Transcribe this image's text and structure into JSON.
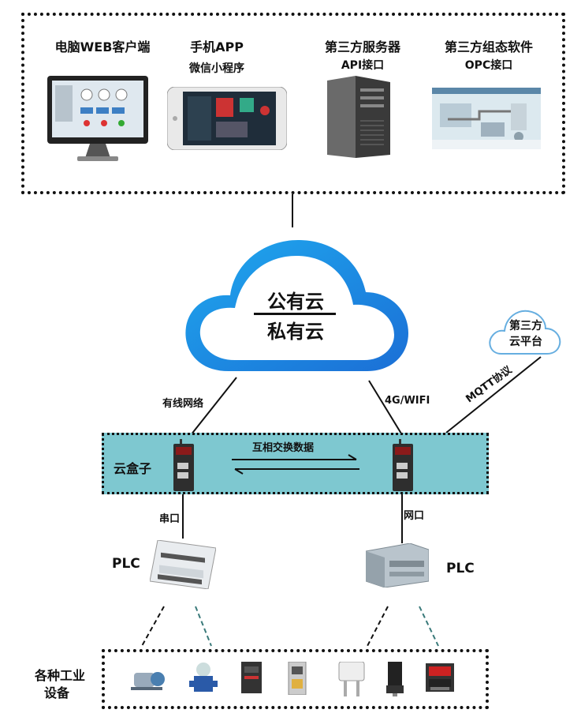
{
  "clients": [
    {
      "title": "电脑WEB客户端",
      "subtitle": ""
    },
    {
      "title": "手机APP",
      "subtitle": "微信小程序"
    },
    {
      "title": "第三方服务器",
      "subtitle": "API接口"
    },
    {
      "title": "第三方组态软件",
      "subtitle": "OPC接口"
    }
  ],
  "cloud": {
    "line1": "公有云",
    "line2": "私有云"
  },
  "third_cloud": {
    "line1": "第三方",
    "line2": "云平台"
  },
  "links": {
    "wired": "有线网络",
    "wireless": "4G/WIFI",
    "mqtt": "MQTT协议",
    "exchange": "互相交换数据",
    "serial": "串口",
    "ethernet": "网口"
  },
  "gateway_label": "云盒子",
  "plc": {
    "left": "PLC",
    "right": "PLC"
  },
  "devices_label": {
    "line1": "各种工业",
    "line2": "设备"
  },
  "colors": {
    "band": "#7ec8d0",
    "cloud": "#2a9ae0"
  }
}
